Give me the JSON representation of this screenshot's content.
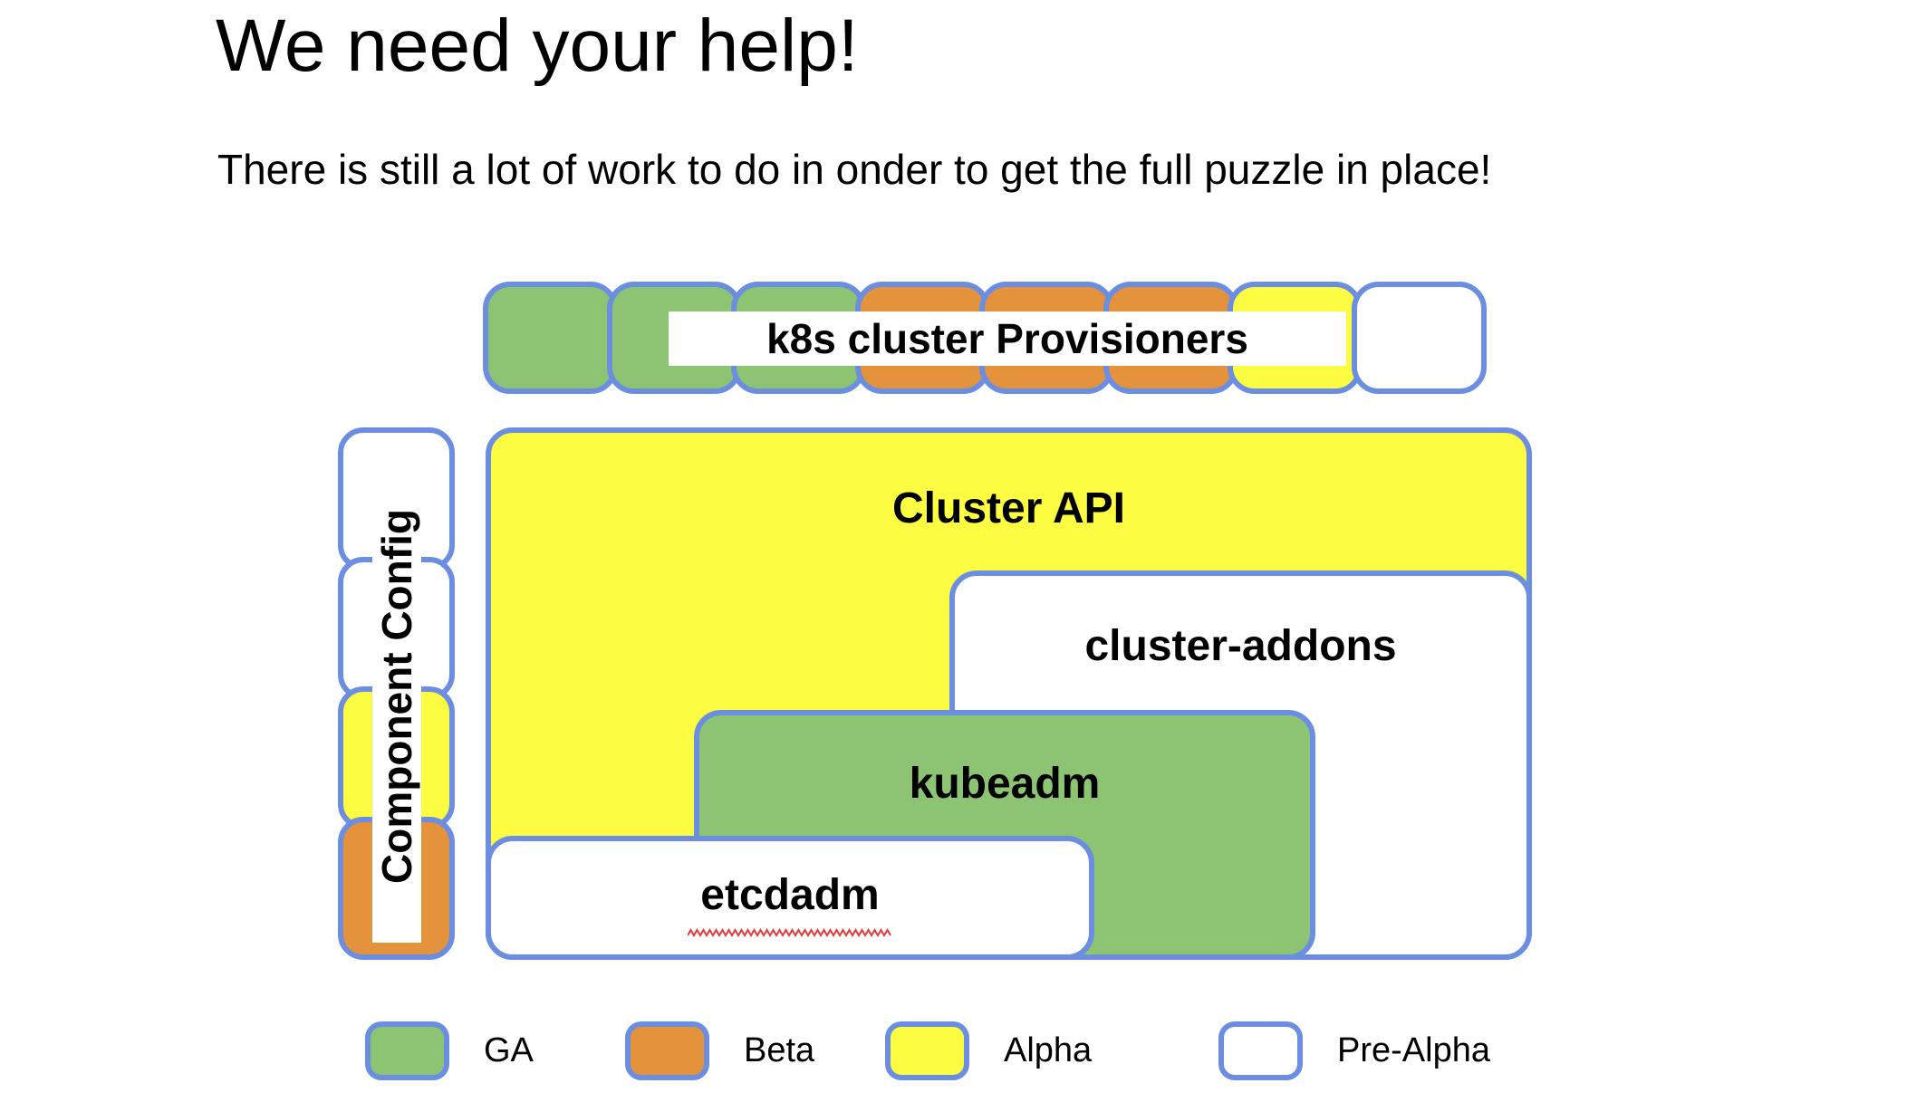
{
  "slide": {
    "title": "We need your help!",
    "subtitle": "There is still a lot of work to do in onder to get the full puzzle in place!"
  },
  "colors": {
    "ga": "#8cc474",
    "beta": "#e4933c",
    "alpha": "#fcfc42",
    "pre_alpha": "#ffffff",
    "border": "#6c8ee0",
    "squiggle": "#e03c3c"
  },
  "provisioner_row": {
    "label": "k8s cluster Provisioners",
    "boxes": [
      {
        "status": "GA",
        "fill": "green"
      },
      {
        "status": "GA",
        "fill": "green"
      },
      {
        "status": "GA",
        "fill": "green"
      },
      {
        "status": "Beta",
        "fill": "orange"
      },
      {
        "status": "Beta",
        "fill": "orange"
      },
      {
        "status": "Beta",
        "fill": "orange"
      },
      {
        "status": "Alpha",
        "fill": "yellow"
      },
      {
        "status": "Pre-Alpha",
        "fill": "white"
      }
    ]
  },
  "component_config": {
    "label": "Component Config",
    "boxes": [
      {
        "status": "Pre-Alpha",
        "fill": "white"
      },
      {
        "status": "Pre-Alpha",
        "fill": "white"
      },
      {
        "status": "Alpha",
        "fill": "yellow"
      },
      {
        "status": "Beta",
        "fill": "orange"
      }
    ]
  },
  "stack": {
    "cluster_api": {
      "label": "Cluster API",
      "status": "Alpha"
    },
    "cluster_addons": {
      "label": "cluster-addons",
      "status": "Pre-Alpha"
    },
    "kubeadm": {
      "label": "kubeadm",
      "status": "GA"
    },
    "etcdadm": {
      "label": "etcdadm",
      "status": "Pre-Alpha",
      "misspelled": true
    }
  },
  "legend": {
    "items": [
      {
        "label": "GA",
        "fill": "green"
      },
      {
        "label": "Beta",
        "fill": "orange"
      },
      {
        "label": "Alpha",
        "fill": "yellow"
      },
      {
        "label": "Pre-Alpha",
        "fill": "white"
      }
    ]
  }
}
